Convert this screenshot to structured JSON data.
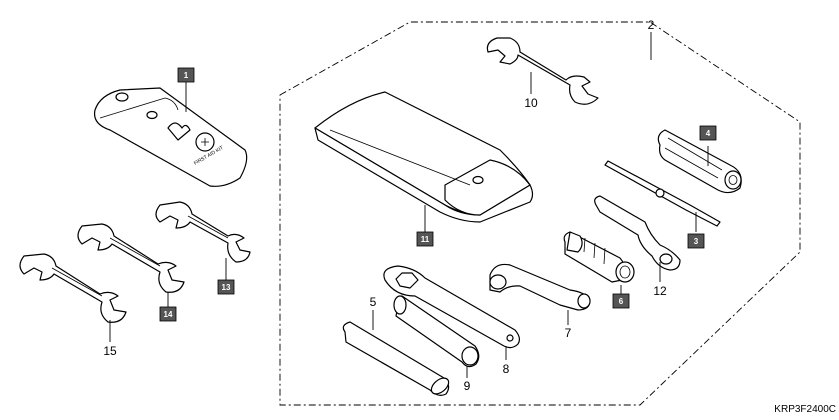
{
  "diagram": {
    "reference_code": "KRP3F2400C",
    "kit_text": "FIRST AID KIT",
    "callouts": {
      "c1": "1",
      "c2": "2",
      "c3": "3",
      "c4": "4",
      "c5": "5",
      "c6": "6",
      "c7": "7",
      "c8": "8",
      "c9": "9",
      "c10": "10",
      "c11": "11",
      "c12": "12",
      "c13": "13",
      "c14": "14",
      "c15": "15"
    },
    "boxed_callouts": [
      "1",
      "3",
      "4",
      "6",
      "11",
      "13",
      "14"
    ],
    "colors": {
      "box_fill": "#555555",
      "line": "#000000",
      "background": "#ffffff"
    }
  }
}
